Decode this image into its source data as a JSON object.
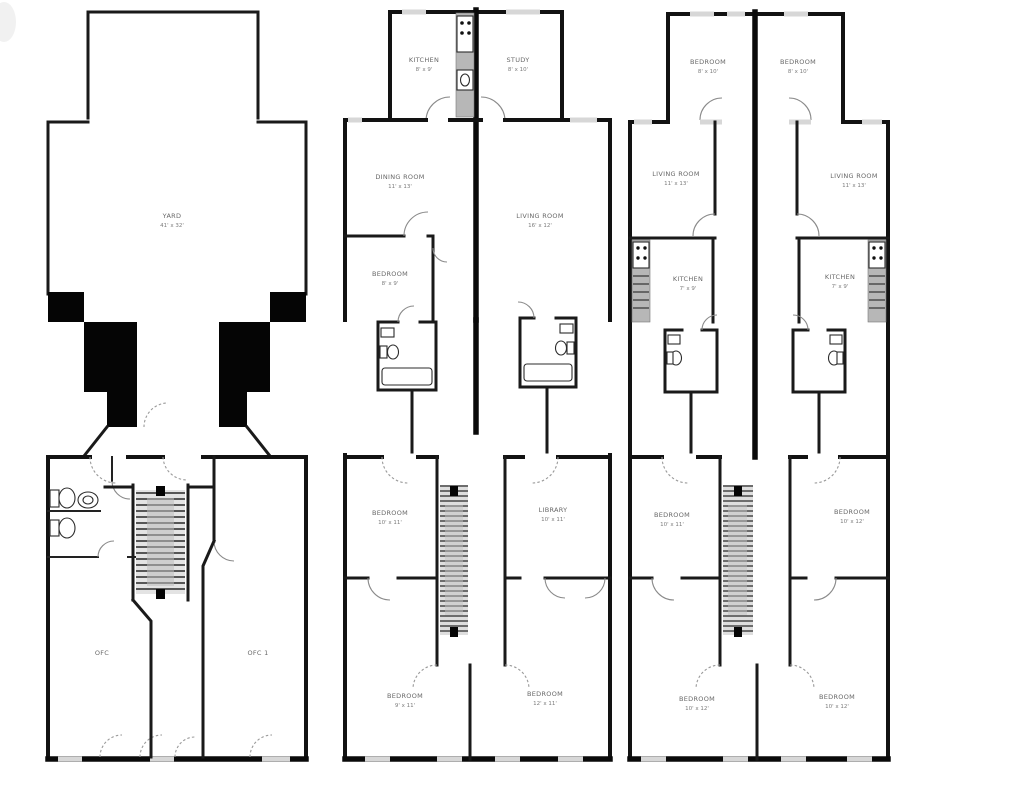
{
  "document": {
    "kind": "scanned architectural floor plans, three stacked building levels side by side",
    "background_color": "#ffffff",
    "wall_ink_color": "#121212",
    "label_ink_color": "#4c4c4c",
    "counter_gray": "#b7b7b7",
    "window_gray": "#d7d7d7"
  },
  "plans": {
    "left": {
      "yard": {
        "name": "YARD",
        "dims": "41' x 32'"
      },
      "rooms": [
        {
          "label": "OFC"
        },
        {
          "label": "OFC 1"
        }
      ]
    },
    "middle": {
      "kitchen": {
        "name": "KITCHEN",
        "dims": "8' x 9'"
      },
      "study": {
        "name": "STUDY",
        "dims": "8' x 10'"
      },
      "dining": {
        "name": "DINING ROOM",
        "dims": "11' x 13'"
      },
      "living": {
        "name": "LIVING ROOM",
        "dims": "16' x 12'"
      },
      "bedroom_small": {
        "name": "BEDROOM",
        "dims": "8' x 9'"
      },
      "bedroom_ul": {
        "name": "BEDROOM",
        "dims": "10' x 11'"
      },
      "library": {
        "name": "LIBRARY",
        "dims": "10' x 11'"
      },
      "bedroom_bl": {
        "name": "BEDROOM",
        "dims": "9' x 11'"
      },
      "bedroom_br": {
        "name": "BEDROOM",
        "dims": "12' x 11'"
      }
    },
    "right": {
      "bedroom_tl": {
        "name": "BEDROOM",
        "dims": "8' x 10'"
      },
      "bedroom_tr": {
        "name": "BEDROOM",
        "dims": "8' x 10'"
      },
      "living_l": {
        "name": "LIVING ROOM",
        "dims": "11' x 13'"
      },
      "living_r": {
        "name": "LIVING ROOM",
        "dims": "11' x 13'"
      },
      "kitchen_l": {
        "name": "KITCHEN",
        "dims": "7' x 9'"
      },
      "kitchen_r": {
        "name": "KITCHEN",
        "dims": "7' x 9'"
      },
      "bedroom_ml": {
        "name": "BEDROOM",
        "dims": "10' x 11'"
      },
      "bedroom_mr": {
        "name": "BEDROOM",
        "dims": "10' x 12'"
      },
      "bedroom_bl": {
        "name": "BEDROOM",
        "dims": "10' x 12'"
      },
      "bedroom_br": {
        "name": "BEDROOM",
        "dims": "10' x 12'"
      }
    }
  }
}
